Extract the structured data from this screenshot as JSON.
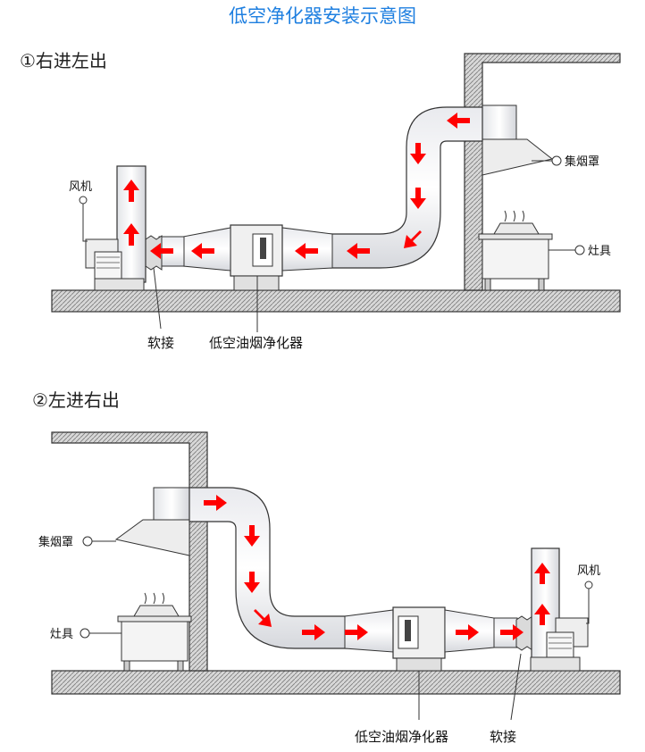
{
  "title": "低空净化器安装示意图",
  "sections": [
    {
      "heading": "①右进左出",
      "labels": {
        "fan": "风机",
        "hood": "集烟罩",
        "stove": "灶具",
        "soft_joint": "软接",
        "purifier": "低空油烟净化器"
      }
    },
    {
      "heading": "②左进右出",
      "labels": {
        "fan": "风机",
        "hood": "集烟罩",
        "stove": "灶具",
        "soft_joint": "软接",
        "purifier": "低空油烟净化器"
      }
    }
  ],
  "colors": {
    "title": "#1e7fe0",
    "arrow": "#ff0000",
    "line": "#222222",
    "hatch": "#888888"
  }
}
